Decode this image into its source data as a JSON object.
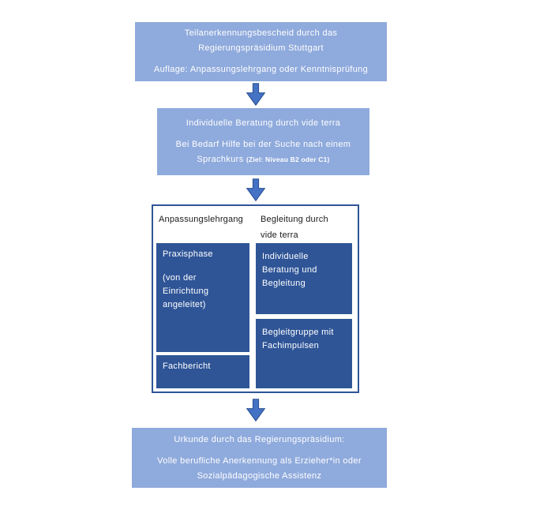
{
  "flow": {
    "step1": {
      "para1": "Teilanerkennungsbescheid durch das\nRegierungspräsidium Stuttgart",
      "para2": "Auflage: Anpassungslehrgang oder Kenntnisprüfung"
    },
    "step2": {
      "para1": "Individuelle Beratung durch vide terra",
      "para2_main": "Bei Bedarf Hilfe bei der Suche nach einem\nSprachkurs ",
      "para2_note": "(Ziel: Niveau B2 oder C1)"
    },
    "step3": {
      "col1": {
        "header": "Anpassungslehrgang",
        "box1": {
          "para1": "Praxisphase",
          "para2": "(von der\nEinrichtung\nangeleitet)"
        },
        "box2": {
          "para1": "Fachbericht"
        }
      },
      "col2": {
        "header": "Begleitung durch\nvide terra",
        "box1": {
          "para1": "Individuelle\nBeratung und\nBegleitung"
        },
        "box2": {
          "para1": "Begleitgruppe mit\nFachimpulsen"
        }
      }
    },
    "step4": {
      "para1": "Urkunde durch das Regierungspräsidium:",
      "para2": "Volle berufliche Anerkennung als Erzieher*in oder\nSozialpädagogische Assistenz"
    }
  },
  "icons": {
    "flow_arrow": "down-block-arrow"
  },
  "colors": {
    "light_blue_box": "#8FAADC",
    "dark_blue_box": "#2F5597",
    "arrow_fill": "#4472C4",
    "arrow_outline": "#2F5597",
    "table_border": "#2F5597",
    "header_text": "#1A1A1A",
    "box_text": "#FFFFFF",
    "background": "#FFFFFF"
  }
}
